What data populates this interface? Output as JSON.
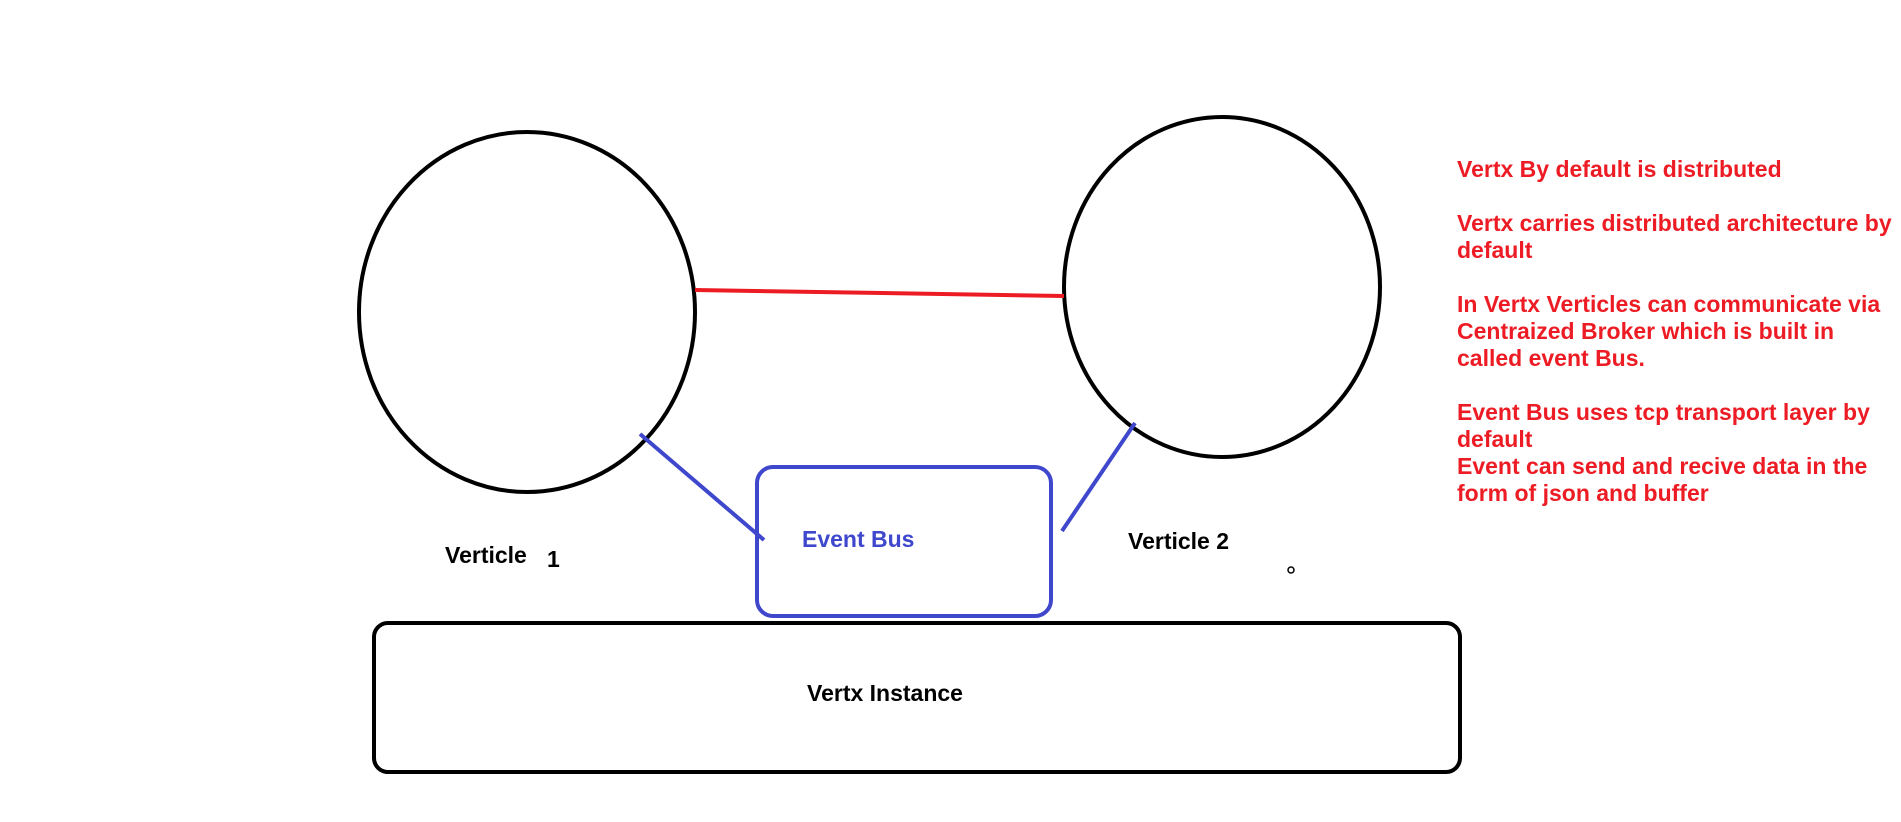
{
  "colors": {
    "outline": "#000000",
    "event_bus": "#3f48cc",
    "link": "#ed1c24",
    "note_text": "#ed1c24",
    "background": "#ffffff"
  },
  "labels": {
    "verticle1": "Verticle",
    "verticle1_number": "1",
    "verticle2": "Verticle 2",
    "event_bus": "Event Bus",
    "vertx_instance": "Vertx Instance"
  },
  "notes": [
    "Vertx By default is distributed",
    "Vertx carries distributed architecture by default",
    "In Vertx Verticles can communicate via Centraized Broker which is built in called event Bus.",
    "Event Bus uses tcp transport layer by default",
    "Event can send and recive data in the form of json and buffer"
  ]
}
